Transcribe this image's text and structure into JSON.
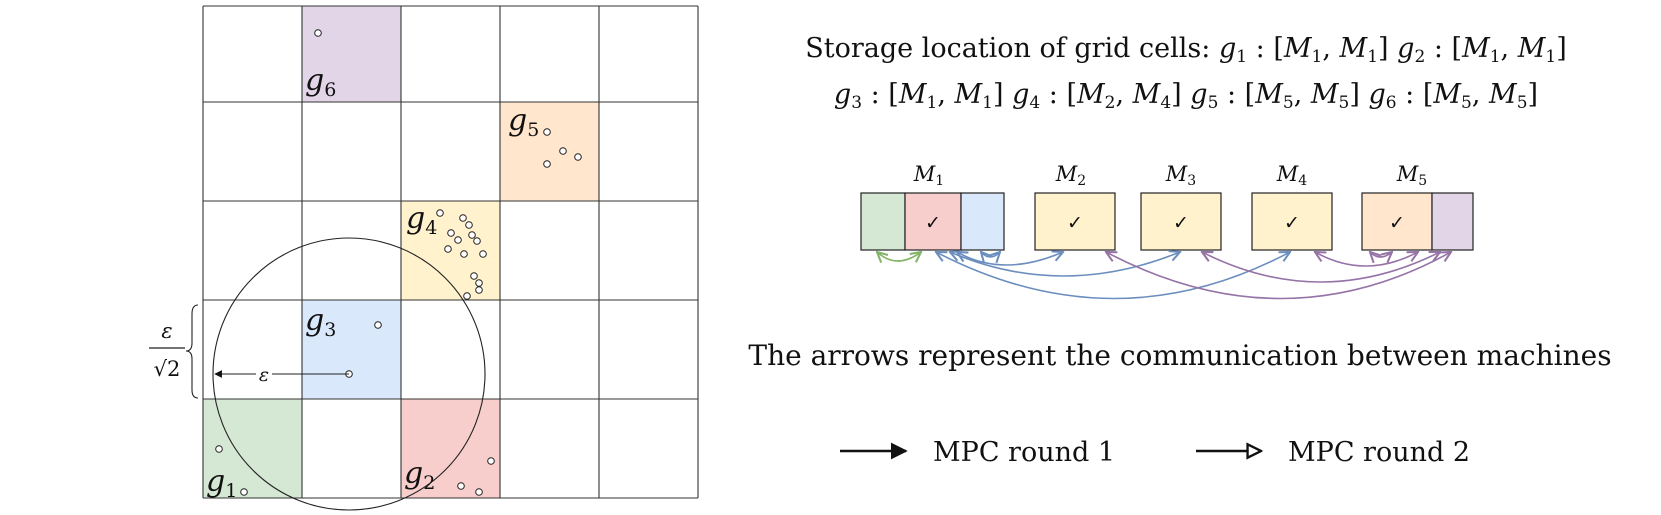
{
  "colors": {
    "green": "#d5e8d4",
    "red": "#f8cecc",
    "blue": "#dae8fc",
    "yellow": "#fff2cc",
    "orange": "#ffe6cc",
    "purple": "#e1d5e7",
    "arrow_green": "#82b366",
    "arrow_blue": "#6c8ebf",
    "arrow_purple": "#9673a6"
  },
  "grid": {
    "cells": [
      {
        "g": "g",
        "sub": "1",
        "color": "green"
      },
      {
        "g": "g",
        "sub": "2",
        "color": "red"
      },
      {
        "g": "g",
        "sub": "3",
        "color": "blue"
      },
      {
        "g": "g",
        "sub": "4",
        "color": "yellow"
      },
      {
        "g": "g",
        "sub": "5",
        "color": "orange"
      },
      {
        "g": "g",
        "sub": "6",
        "color": "purple"
      }
    ],
    "radius_label": "ε",
    "side_label_num": "ε",
    "side_label_den": "√2"
  },
  "storage": {
    "line1_prefix": "Storage location of grid cells:",
    "line1_items": [
      {
        "g": "g",
        "sub": "1",
        "a": "M",
        "asub": "1",
        "b": "M",
        "bsub": "1"
      },
      {
        "g": "g",
        "sub": "2",
        "a": "M",
        "asub": "1",
        "b": "M",
        "bsub": "1"
      }
    ],
    "line2_items": [
      {
        "g": "g",
        "sub": "3",
        "a": "M",
        "asub": "1",
        "b": "M",
        "bsub": "1"
      },
      {
        "g": "g",
        "sub": "4",
        "a": "M",
        "asub": "2",
        "b": "M",
        "bsub": "4"
      },
      {
        "g": "g",
        "sub": "5",
        "a": "M",
        "asub": "5",
        "b": "M",
        "bsub": "5"
      },
      {
        "g": "g",
        "sub": "6",
        "a": "M",
        "asub": "5",
        "b": "M",
        "bsub": "5"
      }
    ]
  },
  "machines": [
    {
      "m": "M",
      "sub": "1",
      "check": "✓"
    },
    {
      "m": "M",
      "sub": "2",
      "check": "✓"
    },
    {
      "m": "M",
      "sub": "3",
      "check": "✓"
    },
    {
      "m": "M",
      "sub": "4",
      "check": "✓"
    },
    {
      "m": "M",
      "sub": "5",
      "check": "✓"
    }
  ],
  "note": "The arrows represent the communication between machines",
  "legend": [
    {
      "label": "MPC round 1",
      "style": "filled"
    },
    {
      "label": "MPC round 2",
      "style": "open"
    }
  ]
}
